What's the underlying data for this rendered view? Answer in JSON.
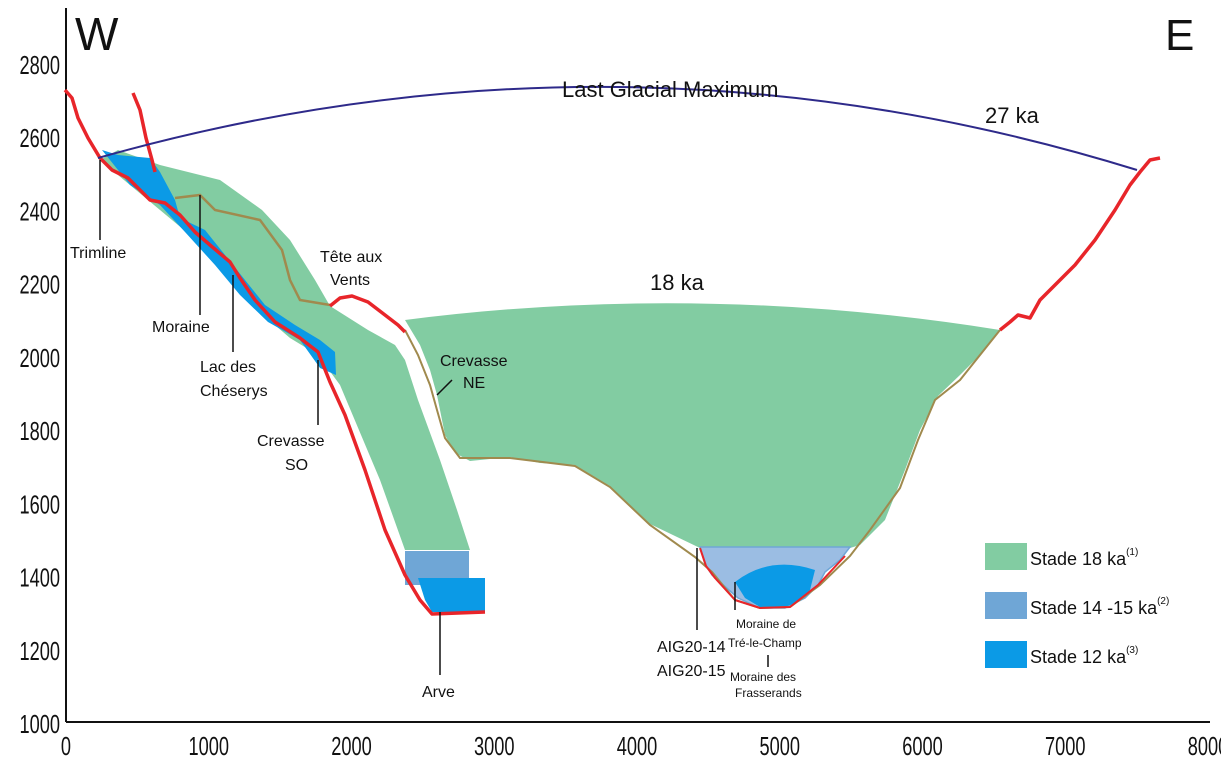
{
  "directions": {
    "west": "W",
    "east": "E"
  },
  "titles": {
    "lgm": "Last Glacial Maximum",
    "lgm_age": "27 ka",
    "stage18_age": "18 ka"
  },
  "axes": {
    "x_ticks": [
      "0",
      "1000",
      "2000",
      "3000",
      "4000",
      "5000",
      "6000",
      "7000",
      "8000"
    ],
    "y_ticks": [
      "1000",
      "1200",
      "1400",
      "1600",
      "1800",
      "2000",
      "2200",
      "2400",
      "2600",
      "2800"
    ],
    "xlim": [
      0,
      8000
    ],
    "ylim": [
      1000,
      2950
    ]
  },
  "labels": {
    "trimline": "Trimline",
    "moraine": "Moraine",
    "lac1": "Lac des",
    "lac2": "Chéserys",
    "crevasse_so1": "Crevasse",
    "crevasse_so2": "SO",
    "tete1": "Tête aux",
    "tete2": "Vents",
    "crevasse_ne1": "Crevasse",
    "crevasse_ne2": "NE",
    "arve": "Arve",
    "aig1": "AIG20-14",
    "aig2": "AIG20-15",
    "tre1": "Moraine de",
    "tre2": "Tré-le-Champ",
    "fras1": "Moraine des",
    "fras2": "Frasserands"
  },
  "legend": [
    {
      "label": "Stade 18 ka",
      "sup": "(1)",
      "color": "#82cca2"
    },
    {
      "label": "Stade 14 -15 ka",
      "sup": "(2)",
      "color": "#6fa6d6"
    },
    {
      "label": "Stade 12 ka",
      "sup": "(3)",
      "color": "#0b9ae6"
    }
  ],
  "colors": {
    "topography": "#e8252a",
    "stage_18ka": "#82cca2",
    "stage_14_15ka": "#6fa6d6",
    "stage_12ka": "#0b9ae6",
    "lgm_arc": "#2e2a8a",
    "moraine_line": "#a08a4e"
  }
}
